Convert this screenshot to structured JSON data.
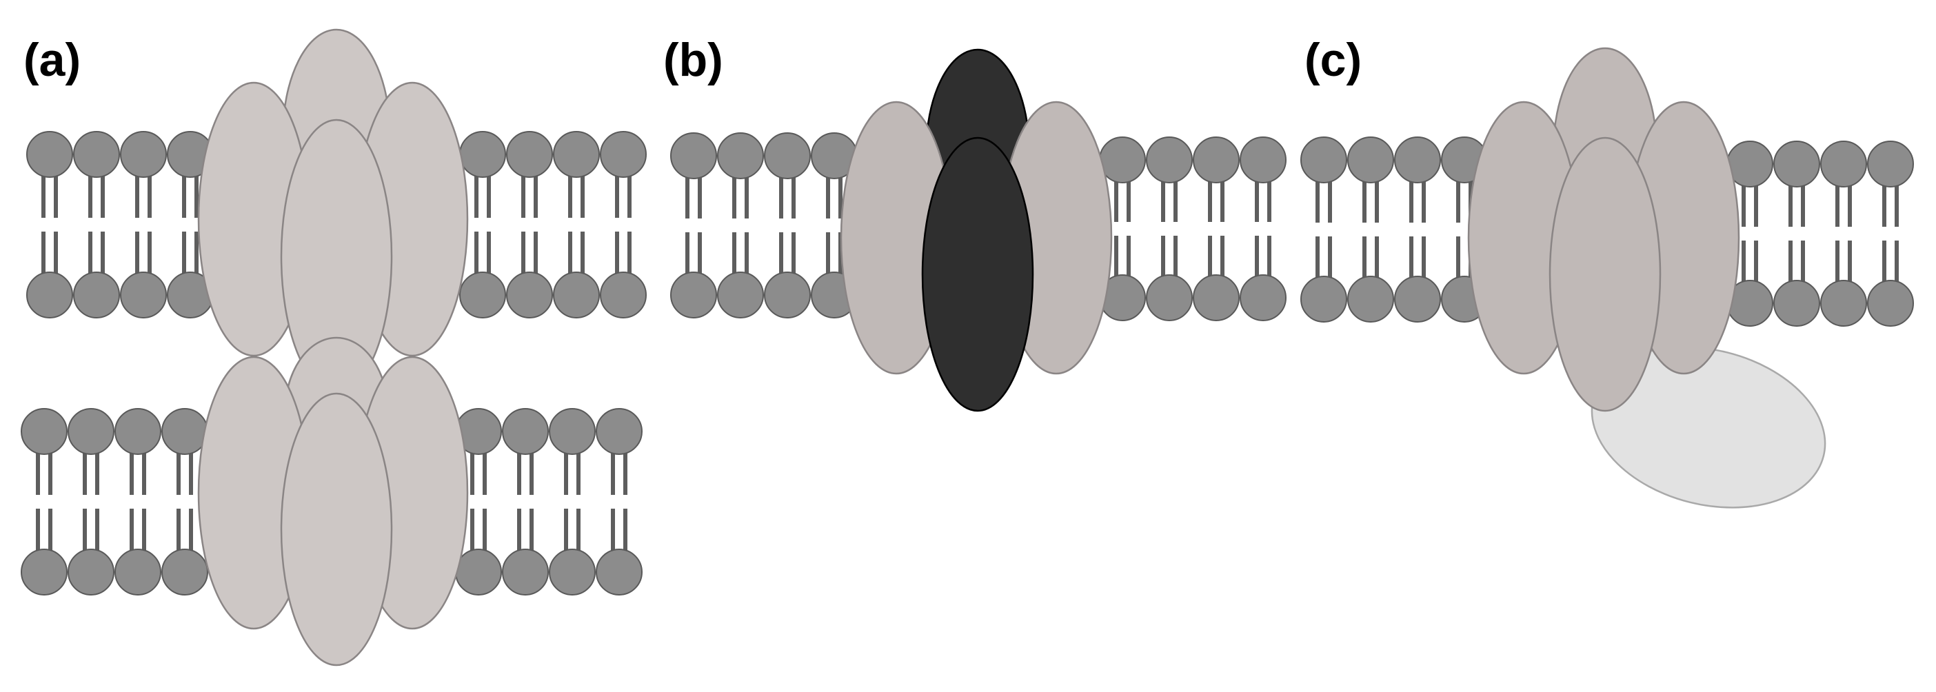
{
  "panels": [
    {
      "id": "a",
      "label": "(a)"
    },
    {
      "id": "b",
      "label": "(b)"
    },
    {
      "id": "c",
      "label": "(c)"
    }
  ],
  "colors": {
    "background": "#ffffff",
    "lipid_head": "#8c8c8c",
    "lipid_head_stroke": "#595959",
    "lipid_tail": "#5e5e5e",
    "protein_light_a": "#cdc7c5",
    "protein_light_b": "#c0b9b7",
    "protein_dark": "#2f2f2f",
    "protein_c": "#c0b9b7",
    "auxiliary_subunit": "#e2e2e2",
    "subunit_stroke": "#8a8585"
  }
}
